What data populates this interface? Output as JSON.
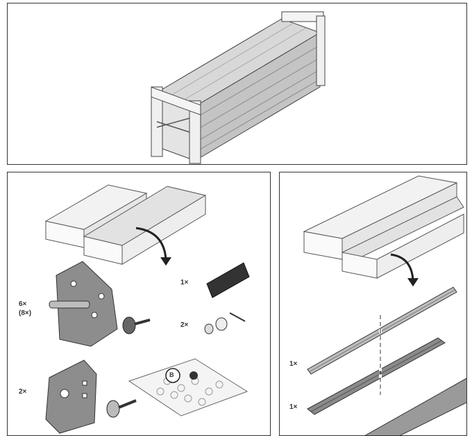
{
  "left_panel": {
    "qty_hinge": "6×",
    "qty_hinge_alt": "(8×)",
    "qty_bracket": "2×",
    "qty_holder": "1×",
    "qty_roller": "2×",
    "bag_badge": "B"
  },
  "right_panel": {
    "qty_rail_1": "1×",
    "qty_rail_2": "1×"
  }
}
